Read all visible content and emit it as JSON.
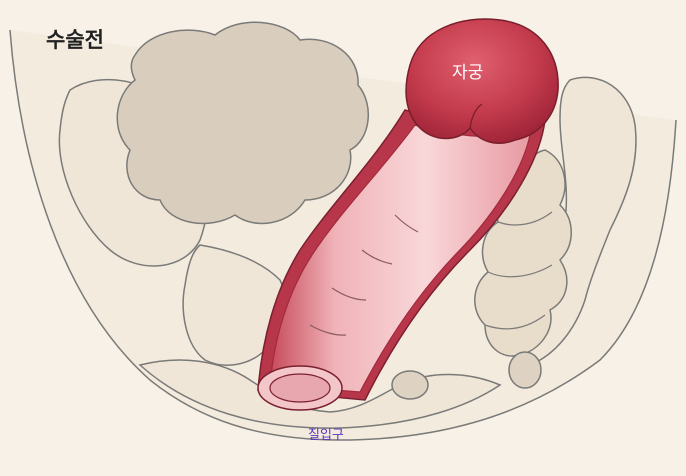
{
  "labels": {
    "title": "수술전",
    "uterus": "자궁",
    "opening": "질입구"
  },
  "colors": {
    "background": "#f7f1e7",
    "bone": "#efe6d8",
    "organ_dark": "#b83244",
    "organ_pink": "#f5c2c6",
    "outline": "#7a7a78",
    "opening_label": "#5a34c4"
  }
}
